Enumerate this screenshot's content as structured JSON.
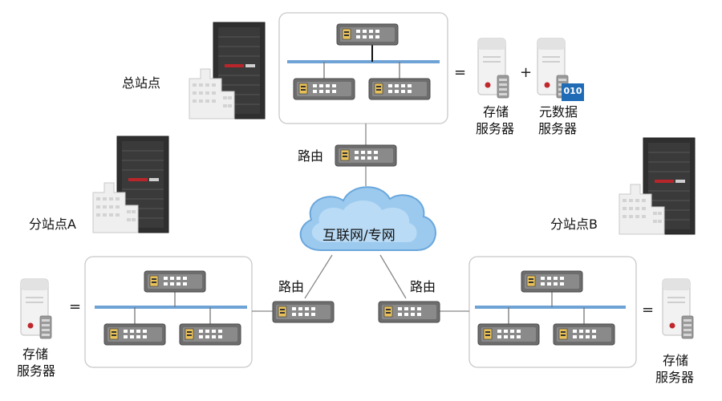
{
  "sites": {
    "hq": {
      "label": "总站点"
    },
    "branch_a": {
      "label": "分站点A"
    },
    "branch_b": {
      "label": "分站点B"
    }
  },
  "network": {
    "cloud_label": "互联网/专网",
    "router_label": "路由"
  },
  "servers": {
    "storage_line1": "存储",
    "storage_line2": "服务器",
    "metadata_line1": "元数据",
    "metadata_line2": "服务器",
    "metadata_badge": "010"
  },
  "symbols": {
    "equals": "=",
    "plus": "+"
  },
  "colors": {
    "bus": "#6fa3d6",
    "cloud_fill": "#9cc9ee",
    "cloud_edge": "#6aa7dc",
    "device": "#7a7a7a",
    "badge": "#1f6bb5",
    "rack": "#2b2b2b",
    "building": "#e9e9e9"
  }
}
